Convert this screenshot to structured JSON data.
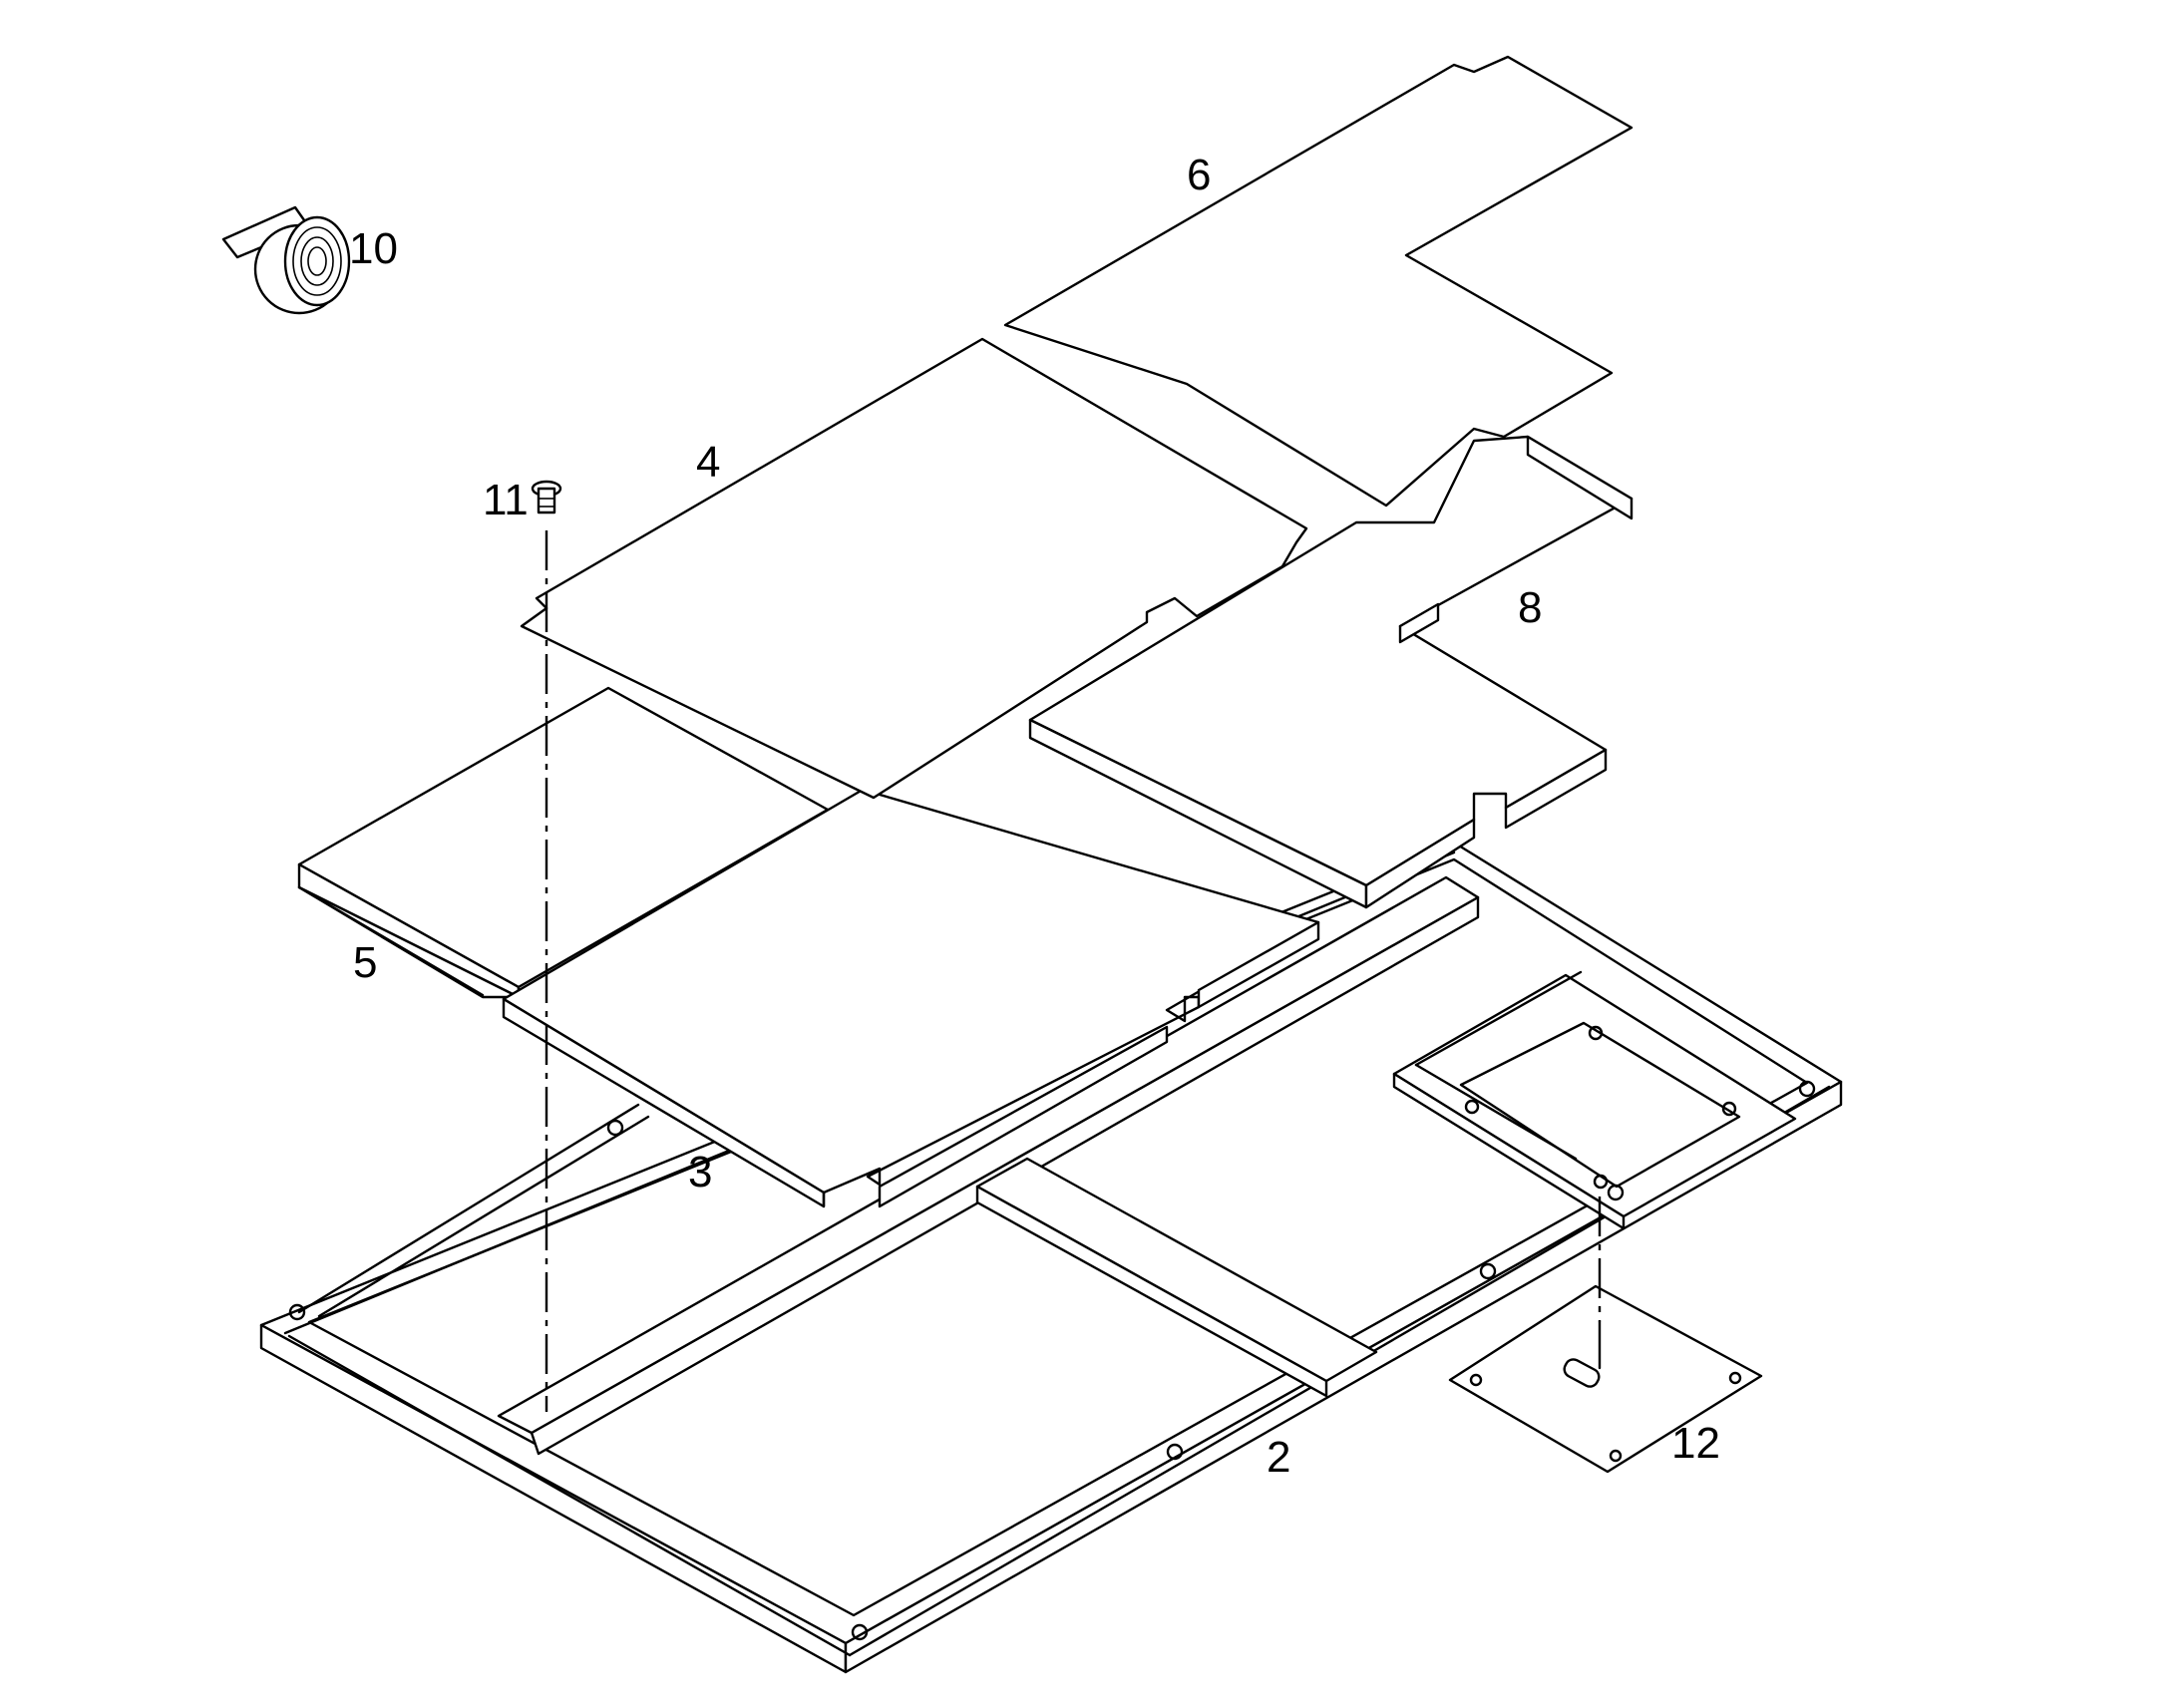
{
  "diagram": {
    "labels": {
      "part_2": "2",
      "part_3": "3",
      "part_4": "4",
      "part_5": "5",
      "part_6": "6",
      "part_8": "8",
      "part_10": "10",
      "part_11": "11",
      "part_12": "12"
    },
    "colors": {
      "line": "#000000",
      "background": "#ffffff"
    }
  }
}
